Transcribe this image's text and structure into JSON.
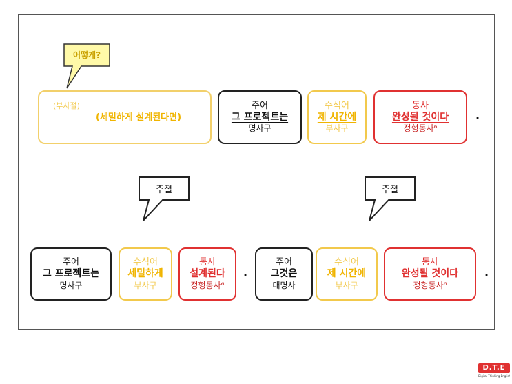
{
  "top": {
    "callout": "어떻게?",
    "clause_box": {
      "tag": "(부사절)",
      "text": "(세밀하게 설계된다면)"
    },
    "subject": {
      "role": "주어",
      "word": "그 프로젝트는",
      "pos": "명사구"
    },
    "modifier": {
      "role": "수식어",
      "word": "제 시간에",
      "pos": "부사구"
    },
    "verb": {
      "role": "동사",
      "word": "완성될 것이다",
      "pos": "정형동사⁶"
    },
    "period": "."
  },
  "bottom": {
    "left_callout": "주절",
    "right_callout": "주절",
    "left": {
      "subject": {
        "role": "주어",
        "word": "그 프로젝트는",
        "pos": "명사구"
      },
      "modifier": {
        "role": "수식어",
        "word": "세밀하게",
        "pos": "부사구"
      },
      "verb": {
        "role": "동사",
        "word": "설계된다",
        "pos": "정형동사⁶"
      },
      "period": "."
    },
    "right": {
      "subject": {
        "role": "주어",
        "word": "그것은",
        "pos": "대명사"
      },
      "modifier": {
        "role": "수식어",
        "word": "제 시간에",
        "pos": "부사구"
      },
      "verb": {
        "role": "동사",
        "word": "완성될 것이다",
        "pos": "정형동사⁶"
      },
      "period": "."
    }
  },
  "logo": {
    "mark": "D.T.E",
    "tagline": "Digital Thinking English"
  }
}
